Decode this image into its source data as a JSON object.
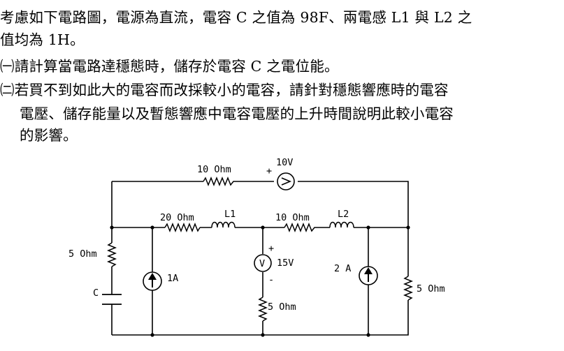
{
  "question": {
    "line1": "考慮如下電路圖，電源為直流，電容 C 之值為 98F、兩電感 L1 與 L2 之",
    "line2": "值均為 1H。",
    "part1": "㈠請計算當電路達穩態時，儲存於電容 C 之電位能。",
    "part2_line1": "㈡若買不到如此大的電容而改採較小的電容，請針對穩態響應時的電容",
    "part2_line2": "電壓、儲存能量以及暫態響應中電容電壓的上升時間說明此較小電容",
    "part2_line3": "的影響。"
  },
  "circuit": {
    "r_top": "10 Ohm",
    "src_top_value": "10V",
    "src_top_plus": "+",
    "r_20": "20 Ohm",
    "l1": "L1",
    "r_10_mid": "10 Ohm",
    "l2": "L2",
    "r_5_left": "5 Ohm",
    "cap": "C",
    "isrc_1a": "1A",
    "vsrc_symbol": "V",
    "vsrc_value": "15V",
    "vsrc_plus": "+",
    "vsrc_minus": "-",
    "r_5_bottom": "5 Ohm",
    "isrc_2a": "2 A",
    "r_5_right": "5 Ohm"
  }
}
